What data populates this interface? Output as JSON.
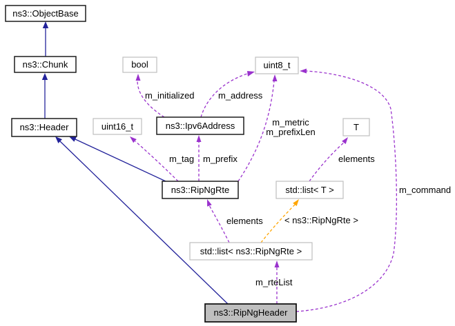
{
  "diagram": {
    "kind": "collaboration-graph",
    "focus_node": "ns3::RipNgHeader",
    "colors": {
      "inheritance_edge": "#22229a",
      "usage_edge": "#9a32cd",
      "template_edge": "#ffa500",
      "class_border": "#1c1c1c",
      "type_border": "#bfbfbf",
      "focus_fill": "#bfbfbf",
      "background": "#ffffff"
    },
    "nodes": {
      "objectbase": {
        "label": "ns3::ObjectBase"
      },
      "chunk": {
        "label": "ns3::Chunk"
      },
      "header": {
        "label": "ns3::Header"
      },
      "bool": {
        "label": "bool"
      },
      "uint8": {
        "label": "uint8_t"
      },
      "uint16": {
        "label": "uint16_t"
      },
      "ipv6": {
        "label": "ns3::Ipv6Address"
      },
      "t": {
        "label": "T"
      },
      "rte": {
        "label": "ns3::RipNgRte"
      },
      "list_t": {
        "label": "std::list< T >"
      },
      "list_rte": {
        "label": "std::list< ns3::RipNgRte >"
      },
      "ripngheader": {
        "label": "ns3::RipNgHeader"
      }
    },
    "edge_labels": {
      "m_initialized": "m_initialized",
      "m_address": "m_address",
      "m_metric": "m_metric",
      "m_prefixLen": "m_prefixLen",
      "m_tag": "m_tag",
      "m_prefix": "m_prefix",
      "elements_t": "elements",
      "elements_rte": "elements",
      "template_inst": "< ns3::RipNgRte >",
      "m_rteList": "m_rteList",
      "m_command": "m_command"
    }
  }
}
